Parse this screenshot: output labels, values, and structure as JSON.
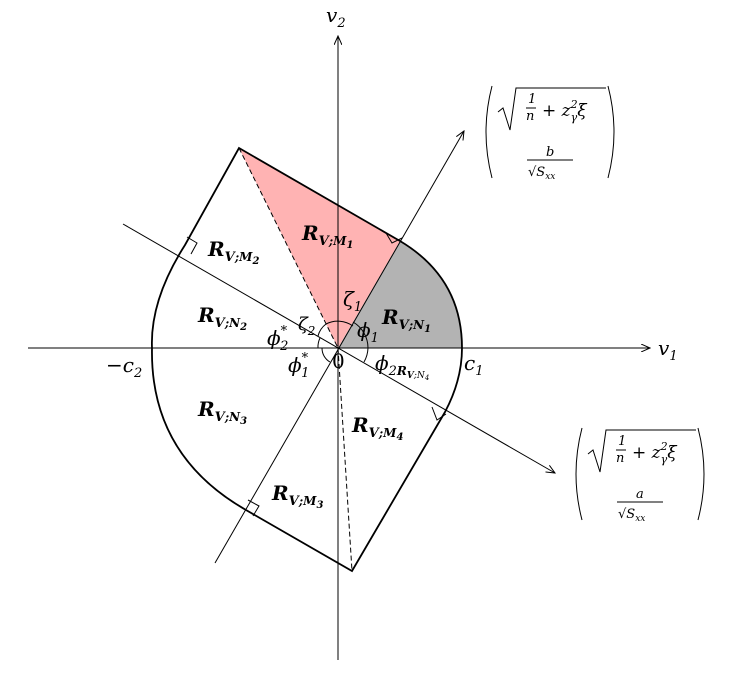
{
  "axes": {
    "x_label": "v",
    "x_sub": "1",
    "y_label": "v",
    "y_sub": "2",
    "origin_label": "0",
    "c1_label": "c",
    "c1_sub": "1",
    "c2_label": "−c",
    "c2_sub": "2"
  },
  "regions": {
    "base": "R",
    "v": "V",
    "n1": ";N",
    "n1_sub": "1",
    "n2": ";N",
    "n2_sub": "2",
    "n3": ";N",
    "n3_sub": "3",
    "m1": ";M",
    "m1_sub": "1",
    "m2": ";M",
    "m2_sub": "2",
    "m3": ";M",
    "m3_sub": "3",
    "m4": ";M",
    "m4_sub": "4"
  },
  "angles": {
    "zeta1": "ζ",
    "zeta1_sub": "1",
    "zeta2": "ζ",
    "zeta2_sub": "2",
    "phi1": "ϕ",
    "phi1_sub": "1",
    "phi2_star": "ϕ",
    "phi2_star_sub": "2",
    "phi2_star_sup": "*",
    "phi1_star": "ϕ",
    "phi1_star_sub": "1",
    "phi1_star_sup": "*",
    "phi2_rv": "ϕ",
    "phi2_rv_sub": "2",
    "phi2_rv_subsub": "R",
    "phi2_rv_v": "V",
    "phi2_rv_n": ";N",
    "phi2_rv_n4": "4"
  },
  "vectors": {
    "upper": {
      "frac_num": "1",
      "frac_den": "n",
      "plus": "+ z",
      "gamma": "γ",
      "sq": "2",
      "xi": "ξ",
      "lower_num": "b",
      "lower_den": "√S",
      "lower_den_sub": "xx"
    },
    "lower": {
      "frac_num": "1",
      "frac_den": "n",
      "plus": "+ z",
      "gamma": "γ",
      "sq": "2",
      "xi": "ξ",
      "lower_num": "a",
      "lower_den": "√S",
      "lower_den_sub": "xx"
    }
  },
  "colors": {
    "m1_fill": "#ffb3b3",
    "n1_fill": "#b3b3b3"
  }
}
